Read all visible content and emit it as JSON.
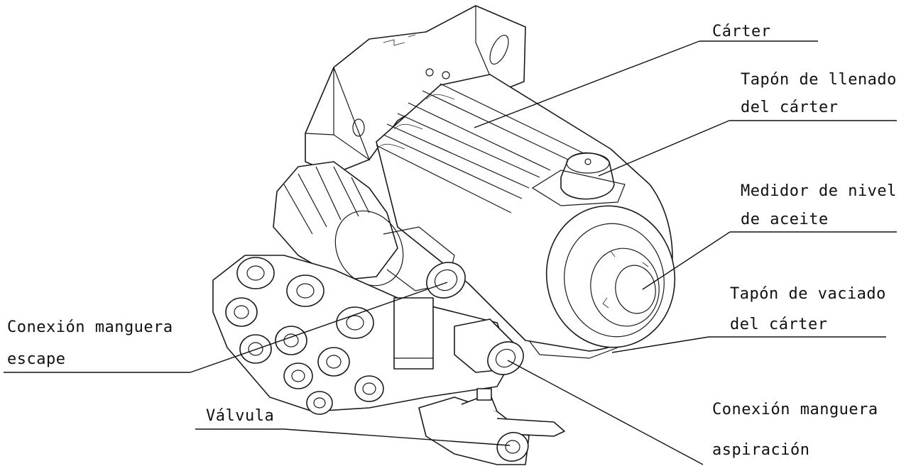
{
  "labels": {
    "carter": "Cárter",
    "llenado_1": "Tapón de llenado",
    "llenado_2": "del cárter",
    "medidor_1": "Medidor de nivel",
    "medidor_2": "de aceite",
    "vaciado_1": "Tapón de vaciado",
    "vaciado_2": "del cárter",
    "escape_1": "Conexión manguera",
    "escape_2": "escape",
    "aspiracion_1": "Conexión manguera",
    "aspiracion_2": "aspiración",
    "valvula": "Válvula"
  },
  "colors": {
    "line": "#111111",
    "background": "#ffffff"
  }
}
